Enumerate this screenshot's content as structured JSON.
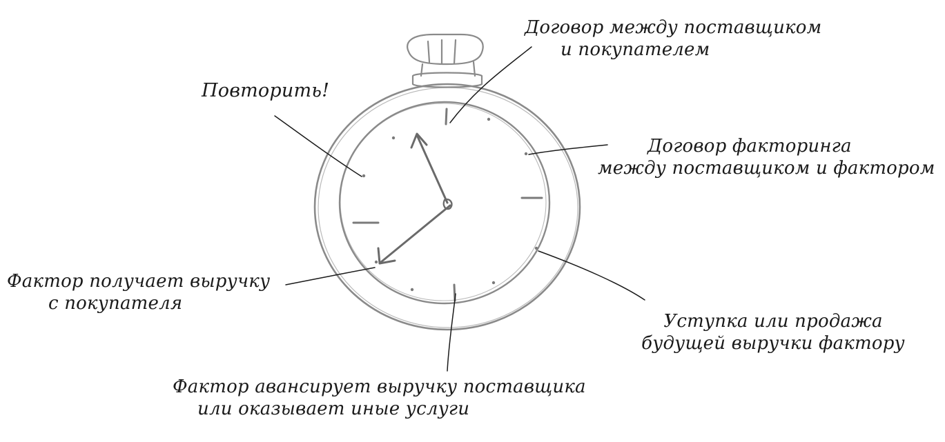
{
  "labels": {
    "contract_supplier_buyer": {
      "line1": "Договор между поставщиком",
      "line2": "и покупателем"
    },
    "repeat": {
      "line1": "Повторить!"
    },
    "factoring_contract": {
      "line1": "Договор факторинга",
      "line2": "между поставщиком и фактором"
    },
    "factor_receives": {
      "line1": "Фактор получает выручку",
      "line2": "с покупателя"
    },
    "assignment": {
      "line1": "Уступка или продажа",
      "line2": "будущей выручки фактору"
    },
    "factor_advances": {
      "line1": "Фактор авансирует выручку поставщика",
      "line2": "или оказывает иные услуги"
    }
  },
  "colors": {
    "pencil": "#8a8a8a",
    "ink": "#1a1a1a",
    "background": "#ffffff"
  }
}
